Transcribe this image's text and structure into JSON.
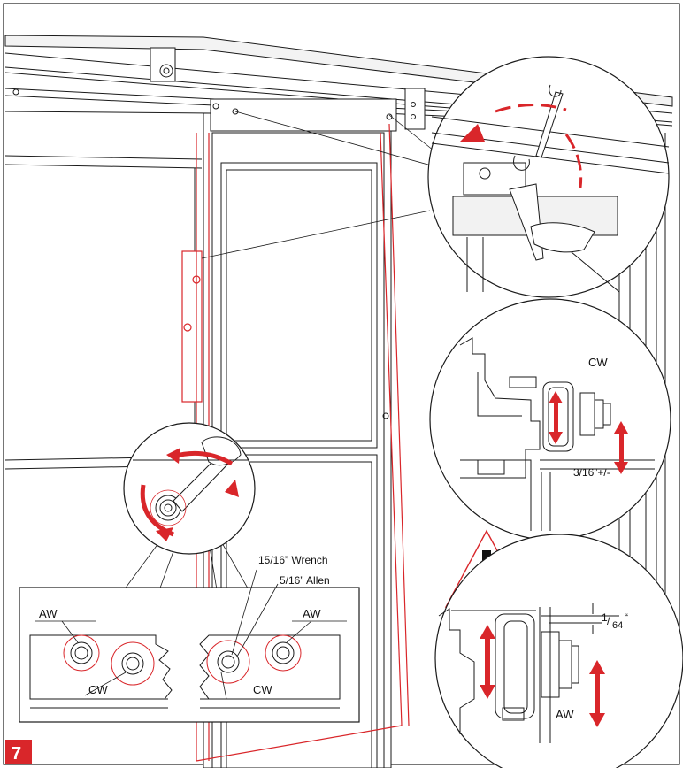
{
  "step": {
    "number": "7"
  },
  "labels": {
    "wrench": "15/16” Wrench",
    "allen": "5/16” Allen",
    "aw_left": "AW",
    "aw_right": "AW",
    "cw_left": "CW",
    "cw_right": "CW",
    "cw_roller_detail": "CW",
    "adjust_range": "3/16”+/-",
    "clearance_num": "1",
    "clearance_den": "64",
    "clearance_unit": "“",
    "aw_roller_detail": "AW",
    "warning_symbol": "!"
  },
  "colors": {
    "line": "#1a1a1a",
    "accent_red": "#d9262a",
    "badge": "#d9262a",
    "background": "#ffffff"
  }
}
